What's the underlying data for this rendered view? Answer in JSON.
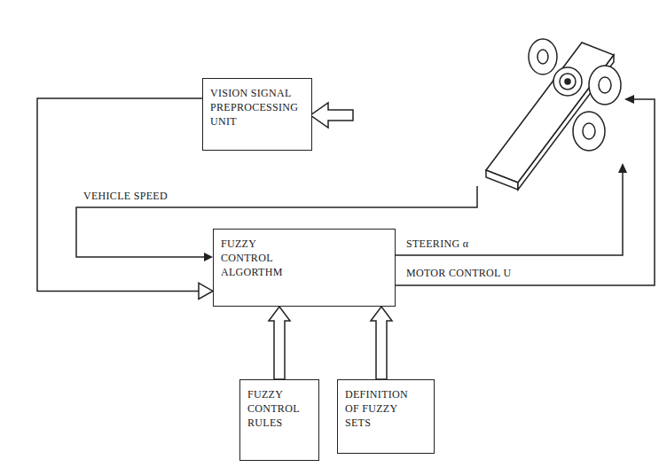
{
  "diagram": {
    "nodes": [
      {
        "text": [
          "VISION SIGNAL PREPROCESSING UNIT"
        ]
      },
      {
        "text": [
          "FUZZY CONTROL ALGORTHM"
        ]
      },
      {
        "text": [
          "FUZZY CONTROL RULES"
        ]
      },
      {
        "text": [
          "DEFINITION OF FUZZY SETS"
        ]
      }
    ],
    "edges": [
      {
        "from": 0,
        "to": 1,
        "arrow": "to"
      },
      {
        "from": 2,
        "to": 1,
        "arrow": "to"
      },
      {
        "from": 3,
        "to": 1,
        "arrow": "to"
      }
    ],
    "labels": [
      "VEHICLE SPEED",
      "STEERING α",
      "MOTOR CONTROL U"
    ]
  }
}
